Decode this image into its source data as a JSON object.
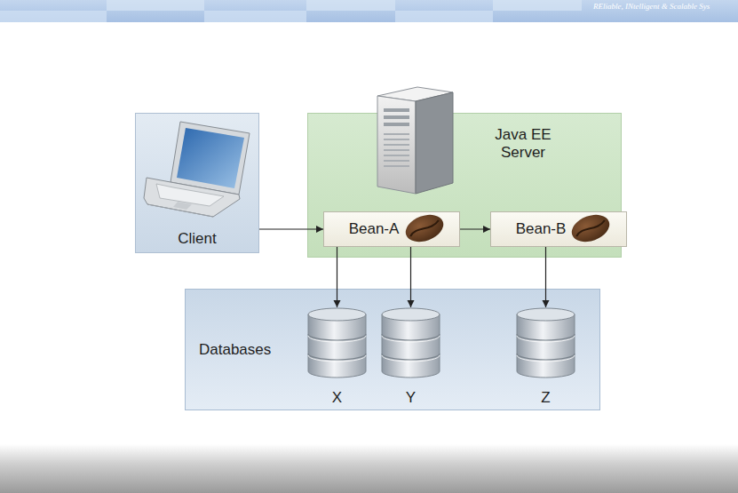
{
  "diagram": {
    "nodes": [
      {
        "text": [
          "Client"
        ]
      },
      {
        "text": [
          "Java EE Server"
        ]
      },
      {
        "text": [
          "Bean-A"
        ],
        "in": 1
      },
      {
        "text": [
          "Bean-B"
        ],
        "in": 1
      },
      {
        "text": [
          "Databases"
        ]
      },
      {
        "text": [
          "X"
        ],
        "in": 4
      },
      {
        "text": [
          "Y"
        ],
        "in": 4
      },
      {
        "text": [
          "Z"
        ],
        "in": 4
      }
    ],
    "edges": [
      {
        "from": 0,
        "to": 2,
        "arrow": "to"
      },
      {
        "from": 2,
        "to": 3,
        "arrow": "to"
      },
      {
        "from": 2,
        "to": 5,
        "arrow": "to"
      },
      {
        "from": 2,
        "to": 6,
        "arrow": "to"
      },
      {
        "from": 3,
        "to": 7,
        "arrow": "to"
      }
    ],
    "labels": [
      "REliable, INtelligent & Scalable Sys"
    ]
  }
}
